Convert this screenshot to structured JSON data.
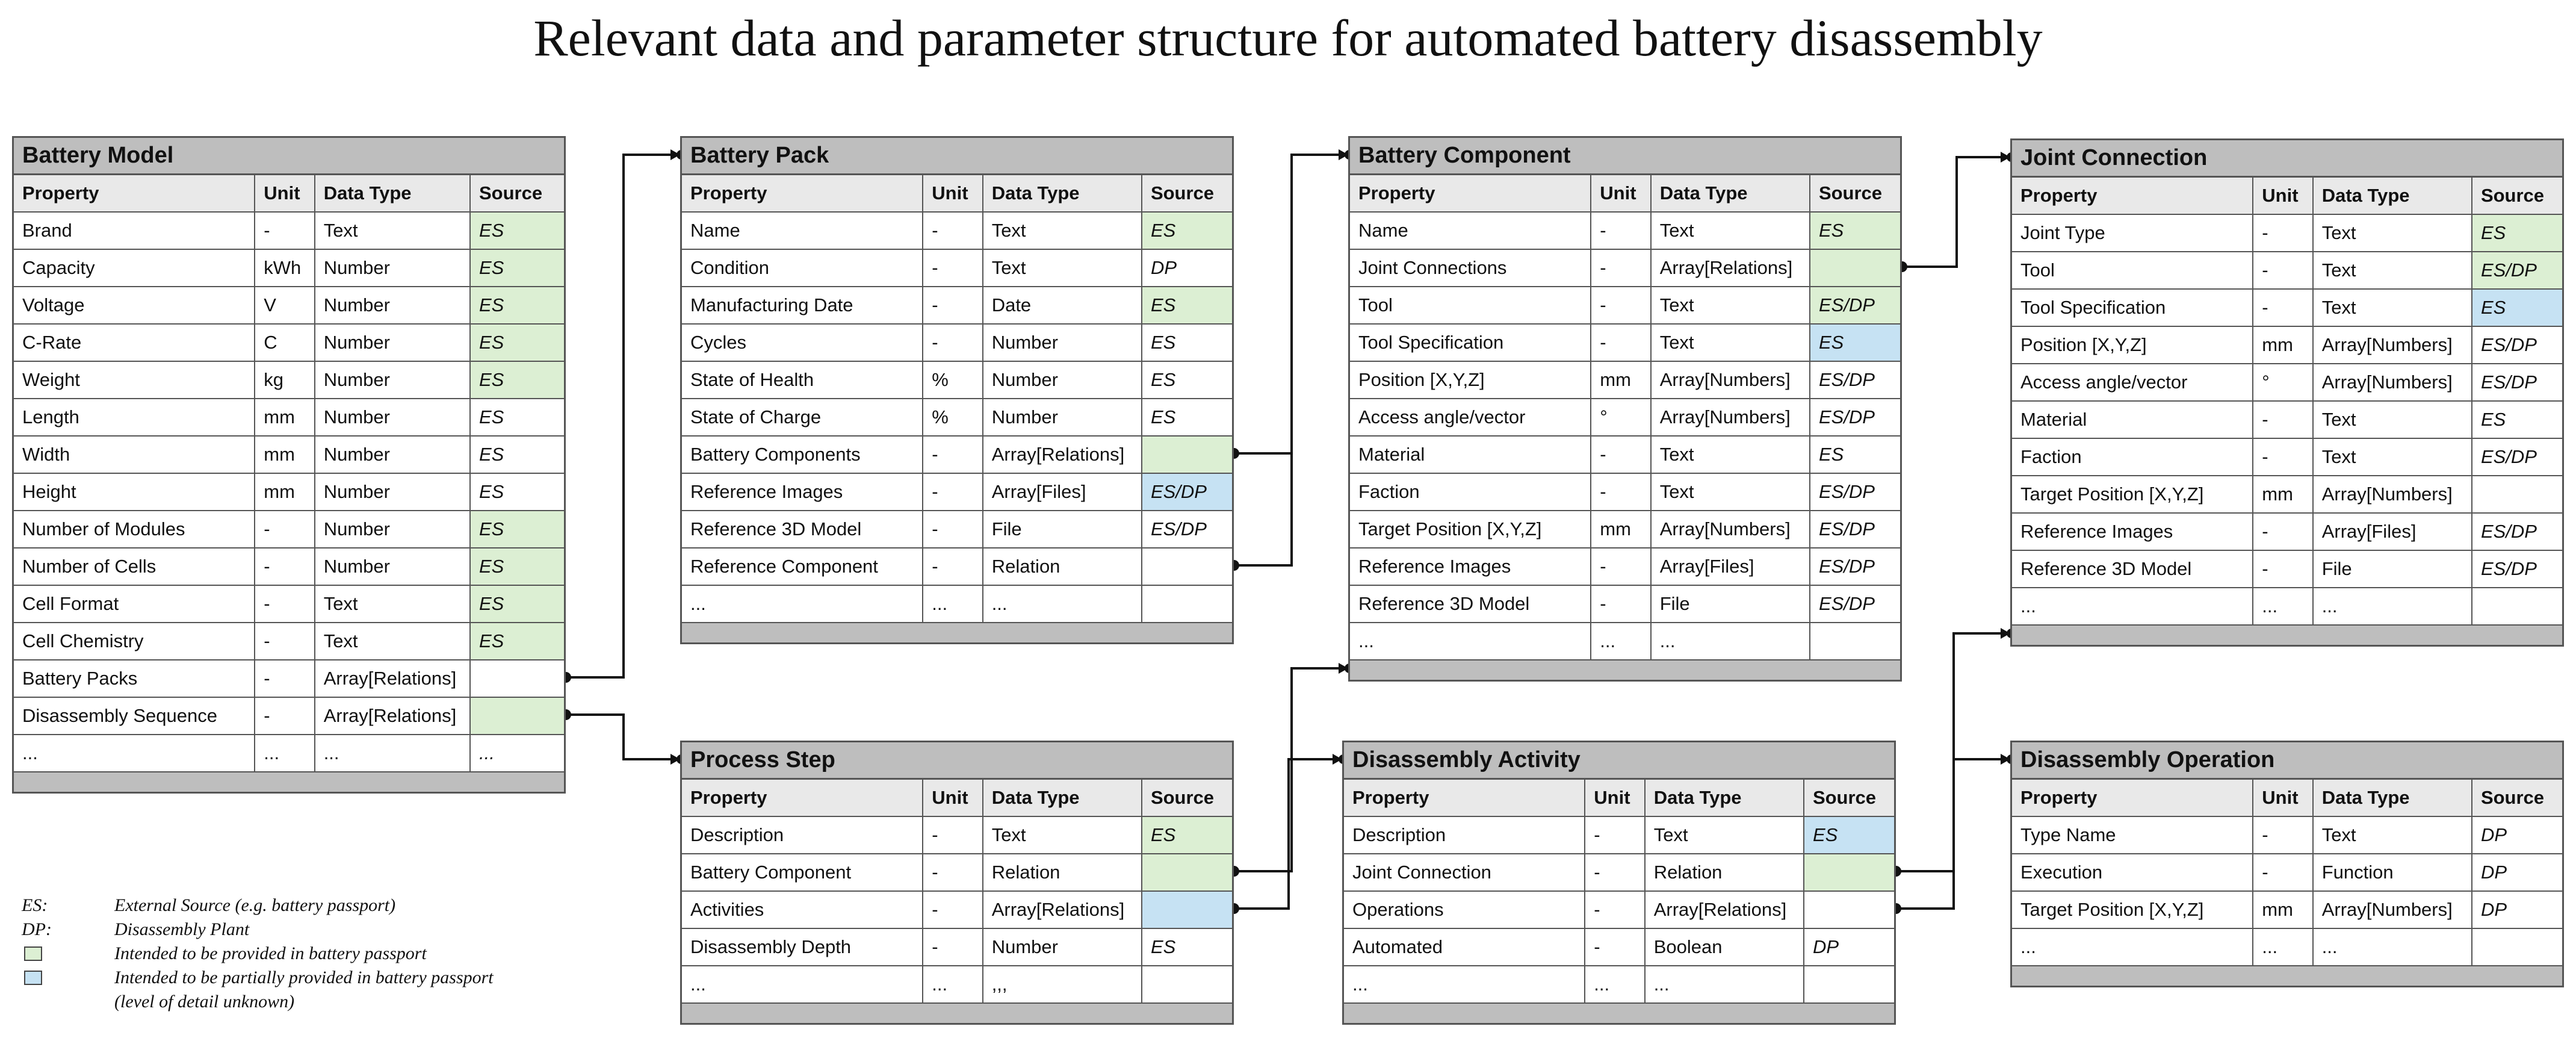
{
  "title": "Relevant data and parameter structure for automated battery disassembly",
  "columns": [
    "Property",
    "Unit",
    "Data Type",
    "Source"
  ],
  "colors": {
    "green": "#dcefd3",
    "blue": "#c6e2f3",
    "header": "#bebebe",
    "column_header": "#e9e9e9"
  },
  "tables": [
    {
      "id": "battery-model",
      "title": "Battery Model",
      "rows": [
        [
          "Brand",
          "-",
          "Text",
          "ES",
          "g"
        ],
        [
          "Capacity",
          "kWh",
          "Number",
          "ES",
          "g"
        ],
        [
          "Voltage",
          "V",
          "Number",
          "ES",
          "g"
        ],
        [
          "C-Rate",
          "C",
          "Number",
          "ES",
          "g"
        ],
        [
          "Weight",
          "kg",
          "Number",
          "ES",
          "g"
        ],
        [
          "Length",
          "mm",
          "Number",
          "ES",
          ""
        ],
        [
          "Width",
          "mm",
          "Number",
          "ES",
          ""
        ],
        [
          "Height",
          "mm",
          "Number",
          "ES",
          ""
        ],
        [
          "Number of Modules",
          "-",
          "Number",
          "ES",
          "g"
        ],
        [
          "Number of Cells",
          "-",
          "Number",
          "ES",
          "g"
        ],
        [
          "Cell Format",
          "-",
          "Text",
          "ES",
          "g"
        ],
        [
          "Cell Chemistry",
          "-",
          "Text",
          "ES",
          "g"
        ],
        [
          "Battery Packs",
          "-",
          "Array[Relations]",
          "",
          ""
        ],
        [
          "Disassembly Sequence",
          "-",
          "Array[Relations]",
          "",
          "g"
        ],
        [
          "...",
          "...",
          "...",
          "...",
          ""
        ]
      ]
    },
    {
      "id": "battery-pack",
      "title": "Battery Pack",
      "rows": [
        [
          "Name",
          "-",
          "Text",
          "ES",
          "g"
        ],
        [
          "Condition",
          "-",
          "Text",
          "DP",
          ""
        ],
        [
          "Manufacturing Date",
          "-",
          "Date",
          "ES",
          "g"
        ],
        [
          "Cycles",
          "-",
          "Number",
          "ES",
          ""
        ],
        [
          "State of Health",
          "%",
          "Number",
          "ES",
          ""
        ],
        [
          "State of Charge",
          "%",
          "Number",
          "ES",
          ""
        ],
        [
          "Battery Components",
          "-",
          "Array[Relations]",
          "",
          "g"
        ],
        [
          "Reference Images",
          "-",
          "Array[Files]",
          "ES/DP",
          "b"
        ],
        [
          "Reference 3D Model",
          "-",
          "File",
          "ES/DP",
          ""
        ],
        [
          "Reference Component",
          "-",
          "Relation",
          "",
          ""
        ],
        [
          "...",
          "...",
          "...",
          "",
          ""
        ]
      ]
    },
    {
      "id": "battery-component",
      "title": "Battery Component",
      "rows": [
        [
          "Name",
          "-",
          "Text",
          "ES",
          "g"
        ],
        [
          "Joint Connections",
          "-",
          "Array[Relations]",
          "",
          "g"
        ],
        [
          "Tool",
          "-",
          "Text",
          "ES/DP",
          "g"
        ],
        [
          "Tool Specification",
          "-",
          "Text",
          "ES",
          "b"
        ],
        [
          "Position [X,Y,Z]",
          "mm",
          "Array[Numbers]",
          "ES/DP",
          ""
        ],
        [
          "Access angle/vector",
          "°",
          "Array[Numbers]",
          "ES/DP",
          ""
        ],
        [
          "Material",
          "-",
          "Text",
          "ES",
          ""
        ],
        [
          "Faction",
          "-",
          "Text",
          "ES/DP",
          ""
        ],
        [
          "Target Position [X,Y,Z]",
          "mm",
          "Array[Numbers]",
          "ES/DP",
          ""
        ],
        [
          "Reference Images",
          "-",
          "Array[Files]",
          "ES/DP",
          ""
        ],
        [
          "Reference 3D Model",
          "-",
          "File",
          "ES/DP",
          ""
        ],
        [
          "...",
          "...",
          "...",
          "",
          ""
        ]
      ]
    },
    {
      "id": "joint-connection",
      "title": "Joint Connection",
      "rows": [
        [
          "Joint Type",
          "-",
          "Text",
          "ES",
          "g"
        ],
        [
          "Tool",
          "-",
          "Text",
          "ES/DP",
          "g"
        ],
        [
          "Tool Specification",
          "-",
          "Text",
          "ES",
          "b"
        ],
        [
          "Position [X,Y,Z]",
          "mm",
          "Array[Numbers]",
          "ES/DP",
          ""
        ],
        [
          "Access angle/vector",
          "°",
          "Array[Numbers]",
          "ES/DP",
          ""
        ],
        [
          "Material",
          "-",
          "Text",
          "ES",
          ""
        ],
        [
          "Faction",
          "-",
          "Text",
          "ES/DP",
          ""
        ],
        [
          "Target Position [X,Y,Z]",
          "mm",
          "Array[Numbers]",
          "",
          ""
        ],
        [
          "Reference Images",
          "-",
          "Array[Files]",
          "ES/DP",
          ""
        ],
        [
          "Reference 3D Model",
          "-",
          "File",
          "ES/DP",
          ""
        ],
        [
          "...",
          "...",
          "...",
          "",
          ""
        ]
      ]
    },
    {
      "id": "process-step",
      "title": "Process Step",
      "rows": [
        [
          "Description",
          "-",
          "Text",
          "ES",
          "g"
        ],
        [
          "Battery Component",
          "-",
          "Relation",
          "",
          "g"
        ],
        [
          "Activities",
          "-",
          "Array[Relations]",
          "",
          "b"
        ],
        [
          "Disassembly Depth",
          "-",
          "Number",
          "ES",
          ""
        ],
        [
          "...",
          "...",
          ",,,",
          "",
          ""
        ]
      ]
    },
    {
      "id": "disassembly-activity",
      "title": "Disassembly Activity",
      "rows": [
        [
          "Description",
          "-",
          "Text",
          "ES",
          "b"
        ],
        [
          "Joint Connection",
          "-",
          "Relation",
          "",
          "g"
        ],
        [
          "Operations",
          "-",
          "Array[Relations]",
          "",
          ""
        ],
        [
          "Automated",
          "-",
          "Boolean",
          "DP",
          ""
        ],
        [
          "...",
          "...",
          "...",
          "",
          ""
        ]
      ]
    },
    {
      "id": "disassembly-operation",
      "title": "Disassembly Operation",
      "rows": [
        [
          "Type Name",
          "-",
          "Text",
          "DP",
          ""
        ],
        [
          "Execution",
          "-",
          "Function",
          "DP",
          ""
        ],
        [
          "Target Position [X,Y,Z]",
          "mm",
          "Array[Numbers]",
          "DP",
          ""
        ],
        [
          "...",
          "...",
          "...",
          "",
          ""
        ]
      ]
    }
  ],
  "legend": {
    "es_key": "ES:",
    "es_text": "External Source (e.g. battery passport)",
    "dp_key": "DP:",
    "dp_text": "Disassembly Plant",
    "green_text": "Intended to be provided in battery passport",
    "blue_text_1": "Intended to be partially provided in battery passport",
    "blue_text_2": "(level of detail unknown)"
  }
}
